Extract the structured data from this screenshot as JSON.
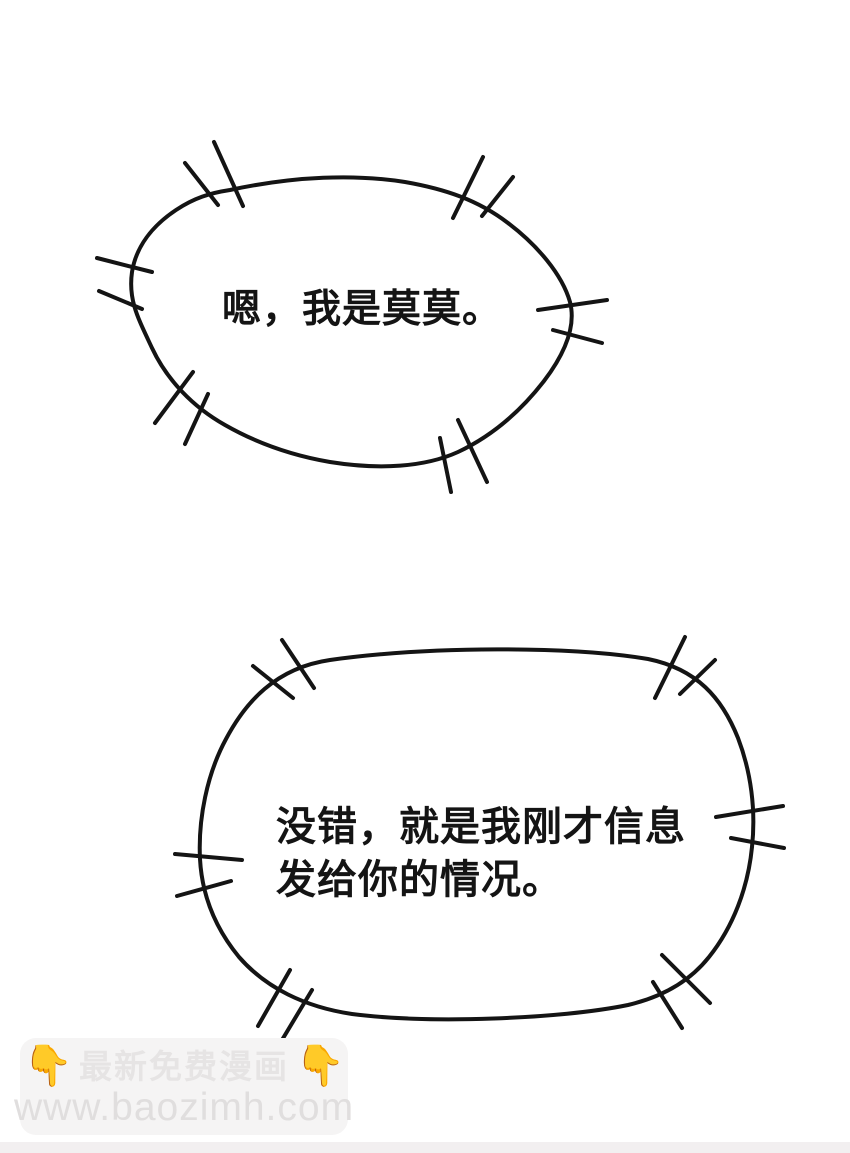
{
  "page": {
    "background_color": "#ffffff",
    "ink_color": "#141414"
  },
  "bubbles": [
    {
      "name": "speech-bubble-1",
      "text": "嗯，我是莫莫。"
    },
    {
      "name": "speech-bubble-2",
      "lines": [
        "没错，就是我刚才信息",
        "发给你的情况。"
      ]
    }
  ],
  "watermark": {
    "emoji": "👇",
    "title": "最新免费漫画",
    "url": "www.baozimh.com",
    "box_color": "#f5f4f4",
    "title_color": "#e6e4e4",
    "url_color": "#e0dede",
    "emoji_color": "#ffc83d"
  }
}
